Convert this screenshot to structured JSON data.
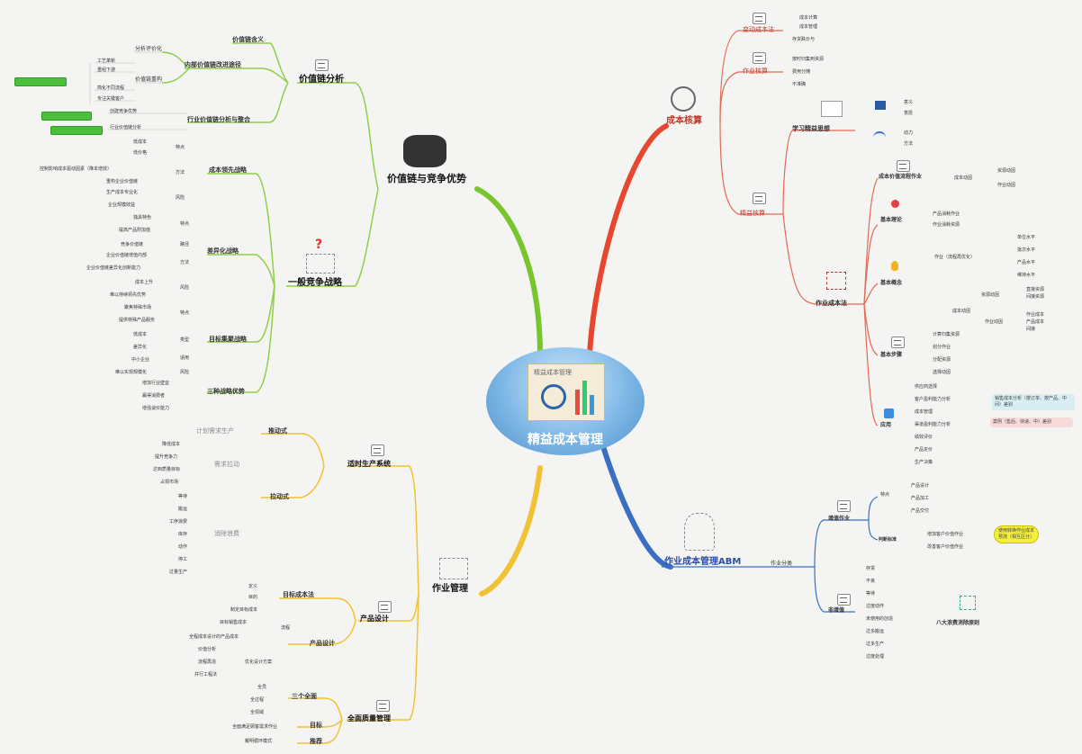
{
  "center": {
    "title": "精益成本管理",
    "image_caption": "精益成本管理"
  },
  "branches": {
    "vc": {
      "label": "价值链与竞争优势",
      "vca": {
        "label": "价值链分析",
        "def": "价值链含义",
        "internal": "内部价值链改进途径",
        "analysis": "分析评价化",
        "pillar": "价值链重构",
        "items": [
          "工艺革新",
          "重组下游",
          "简化不同流程",
          "专注关键客户"
        ],
        "industry": "行业价值链分析与整合",
        "industry_items": [
          "创建竞争优势",
          "行业价值链分析"
        ]
      },
      "gcs": {
        "label": "一般竞争战略",
        "cost": "成本领先战略",
        "cost_items": [
          "低成本",
          "低价格",
          "控制影响成本驱动因素（降本增效）",
          "重构企业价值链",
          "生产成本专业化",
          "企业规模效益"
        ],
        "cost_tags": [
          "特点",
          "方法",
          "风险"
        ],
        "diff": "差异化战略",
        "diff_items": [
          "独具特色",
          "提高产品附加值",
          "竞争价值链",
          "企业价值链增值内部",
          "企业价值链差异化创新能力",
          "成本上升",
          "难以持续领先优势"
        ],
        "diff_tags": [
          "特点",
          "路径",
          "方法",
          "风险"
        ],
        "focus": "目标集聚战略",
        "focus_items": [
          "聚焦特殊市场",
          "提供特殊产品服务",
          "低成本",
          "差异化",
          "中小企业",
          "难以实现规模化"
        ],
        "focus_tags": [
          "特点",
          "类型",
          "适用",
          "风险"
        ],
        "three": "三种战略优势",
        "three_items": [
          "增加行业壁垒",
          "赢得消费者",
          "增强谈价能力"
        ]
      }
    },
    "cost": {
      "label": "成本核算",
      "variable": {
        "label": "变动成本法",
        "items": [
          "成本计算",
          "成本管理",
          "存货跌价与"
        ]
      },
      "standard": {
        "label": "作业核算",
        "items": [
          "按时归集到资源",
          "费用分摊",
          "不准确"
        ]
      },
      "lean": {
        "label": "精益核算",
        "learn": "学习精益思想",
        "learn_items": [
          "意义",
          "意愿",
          "动力",
          "方法"
        ],
        "flow": "成本价值流程作业",
        "flow_items": [
          "成本动因",
          "资源动因",
          "作业动因"
        ],
        "theory": "基本理论",
        "theory_items": [
          "产品消耗作业",
          "作业消耗资源"
        ],
        "concept": "基本概念",
        "concept_items": [
          "作业（流程再优化）",
          "单位水平",
          "批次水平",
          "产品水平",
          "维持水平",
          "成本动因",
          "资源动因",
          "作业动因",
          "直接资源",
          "间接资源",
          "作业成本",
          "产品成本",
          "间接"
        ],
        "abc": "作业成本法",
        "steps": "基本步骤",
        "steps_items": [
          "计算归集资源",
          "划分作业",
          "分配资源",
          "选择动因"
        ],
        "apply": "应用",
        "apply_items": [
          "供应商选择",
          "客户盈利能力分析",
          "成本管理",
          "渠道盈利能力分析",
          "绩效评价",
          "产品定价",
          "生产决策"
        ],
        "apply_notes": [
          "销售成本分析（按订单、按产品、中间）差别",
          "案例（售后、快递、中）差别"
        ]
      }
    },
    "abm": {
      "label": "作业成本管理ABM",
      "classify": "作业分类",
      "added": "增值作业",
      "added_tag": "特点",
      "added_items": [
        "产品设计",
        "产品加工",
        "产品交付"
      ],
      "judge": "判断标准",
      "judge_items": [
        "增加客户价值作业",
        "改善客户价值作业"
      ],
      "yellow": "使用转换作业成本预测（相互区分）",
      "non": "非增值",
      "non_items": [
        "存货",
        "不良",
        "等待",
        "过度动作",
        "未使用的创造",
        "过多搬运",
        "过多生产",
        "过度处理"
      ],
      "waste": "八大浪费消除原则"
    },
    "ops": {
      "label": "作业管理",
      "jit": {
        "label": "适时生产系统",
        "push": "推动式",
        "push_item": "计划需求生产",
        "pull": "拉动式",
        "demand": "需求拉动",
        "demand_items": [
          "降低成本",
          "提升竞争力",
          "达到质量目标",
          "占领市场"
        ],
        "waste": "消除浪费",
        "waste_items": [
          "等待",
          "搬运",
          "工序浪费",
          "库存",
          "动作",
          "停工",
          "过量生产"
        ]
      },
      "pd": {
        "label": "产品设计",
        "target": "目标成本法",
        "target_items": [
          "定义",
          "目的",
          "制定目标成本",
          "目标销售成本"
        ],
        "design": "产品设计",
        "design_items": [
          "流程",
          "全程成本设计的产品成本",
          "价值分析",
          "流程再造",
          "并行工程法"
        ],
        "design_tag": "优化设计方案"
      },
      "tqm": {
        "label": "全面质量管理",
        "three": "三个全面",
        "three_items": [
          "全员",
          "全过程",
          "全领域"
        ],
        "goal": "目标",
        "goal_item": "全面满足顾客需求作业",
        "rec": "推荐",
        "rec_item": "戴明循环模式"
      }
    }
  }
}
